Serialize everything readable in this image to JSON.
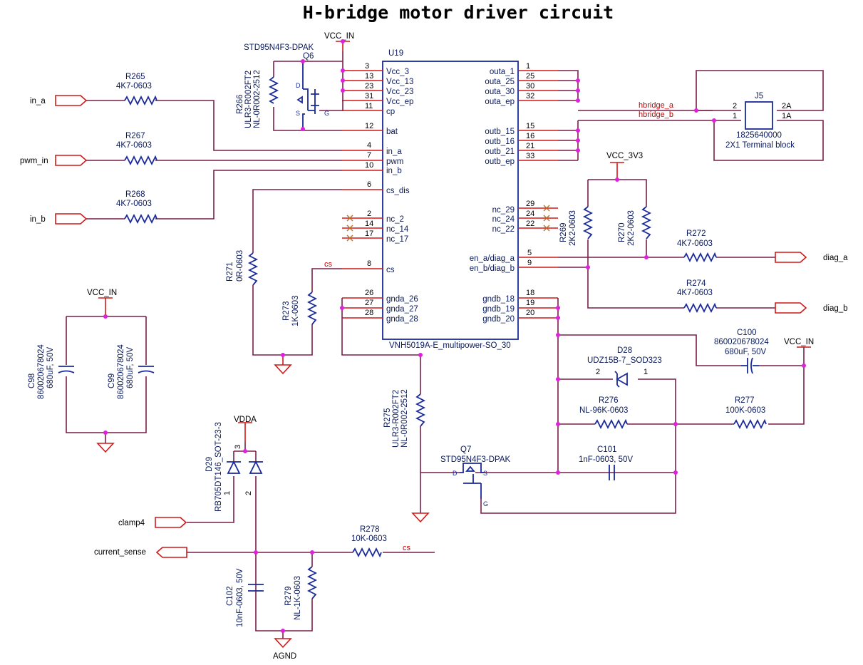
{
  "title": "H-bridge motor driver circuit",
  "ic": {
    "ref": "U19",
    "part": "VNH5019A-E_multipower-SO_30",
    "left_pins": [
      {
        "num": "3",
        "name": "Vcc_3"
      },
      {
        "num": "13",
        "name": "Vcc_13"
      },
      {
        "num": "23",
        "name": "Vcc_23"
      },
      {
        "num": "31",
        "name": "Vcc_ep"
      },
      {
        "num": "11",
        "name": "cp"
      },
      {
        "num": "12",
        "name": "bat"
      },
      {
        "num": "4",
        "name": "in_a"
      },
      {
        "num": "7",
        "name": "pwm"
      },
      {
        "num": "10",
        "name": "in_b"
      },
      {
        "num": "6",
        "name": "cs_dis"
      },
      {
        "num": "2",
        "name": "nc_2"
      },
      {
        "num": "14",
        "name": "nc_14"
      },
      {
        "num": "17",
        "name": "nc_17"
      },
      {
        "num": "8",
        "name": "cs"
      },
      {
        "num": "26",
        "name": "gnda_26"
      },
      {
        "num": "27",
        "name": "gnda_27"
      },
      {
        "num": "28",
        "name": "gnda_28"
      }
    ],
    "right_pins": [
      {
        "num": "1",
        "name": "outa_1"
      },
      {
        "num": "25",
        "name": "outa_25"
      },
      {
        "num": "30",
        "name": "outa_30"
      },
      {
        "num": "32",
        "name": "outa_ep"
      },
      {
        "num": "15",
        "name": "outb_15"
      },
      {
        "num": "16",
        "name": "outb_16"
      },
      {
        "num": "21",
        "name": "outb_21"
      },
      {
        "num": "33",
        "name": "outb_ep"
      },
      {
        "num": "29",
        "name": "nc_29"
      },
      {
        "num": "24",
        "name": "nc_24"
      },
      {
        "num": "22",
        "name": "nc_22"
      },
      {
        "num": "5",
        "name": "en_a/diag_a"
      },
      {
        "num": "9",
        "name": "en_b/diag_b"
      },
      {
        "num": "18",
        "name": "gndb_18"
      },
      {
        "num": "19",
        "name": "gndb_19"
      },
      {
        "num": "20",
        "name": "gndb_20"
      }
    ]
  },
  "power": {
    "vcc_in_top": "VCC_IN",
    "vcc_in_cap": "VCC_IN",
    "vcc_in_right": "VCC_IN",
    "vcc_3v3": "VCC_3V3",
    "vdda": "VDDA",
    "agnd": "AGND"
  },
  "ports": {
    "in_a": "in_a",
    "pwm_in": "pwm_in",
    "in_b": "in_b",
    "diag_a": "diag_a",
    "diag_b": "diag_b",
    "clamp4": "clamp4",
    "current_sense": "current_sense"
  },
  "nets": {
    "hbridge_a": "hbridge_a",
    "hbridge_b": "hbridge_b",
    "cs1": "cs",
    "cs2": "cs"
  },
  "components": {
    "q6": {
      "part": "STD95N4F3-DPAK",
      "ref": "Q6",
      "d": "D",
      "s": "S",
      "g": "G"
    },
    "q7": {
      "ref": "Q7",
      "part": "STD95N4F3-DPAK",
      "d": "D",
      "s": "S",
      "g": "G"
    },
    "r265": {
      "ref": "R265",
      "value": "4K7-0603"
    },
    "r267": {
      "ref": "R267",
      "value": "4K7-0603"
    },
    "r268": {
      "ref": "R268",
      "value": "4K7-0603"
    },
    "r266": {
      "ref": "R266",
      "value1": "ULR3-R002FT2",
      "value2": "NL-0R002-2512"
    },
    "r271": {
      "ref": "R271",
      "value": "0R-0603"
    },
    "r273": {
      "ref": "R273",
      "value": "1K-0603"
    },
    "r269": {
      "ref": "R269",
      "value": "2K2-0603"
    },
    "r270": {
      "ref": "R270",
      "value": "2K2-0603"
    },
    "r272": {
      "ref": "R272",
      "value": "4K7-0603"
    },
    "r274": {
      "ref": "R274",
      "value": "4K7-0603"
    },
    "r275": {
      "ref": "R275",
      "value1": "ULR3-R002FT2",
      "value2": "NL-0R002-2512"
    },
    "r276": {
      "ref": "R276",
      "value": "NL-96K-0603"
    },
    "r277": {
      "ref": "R277",
      "value": "100K-0603"
    },
    "r278": {
      "ref": "R278",
      "value": "10K-0603"
    },
    "r279": {
      "ref": "R279",
      "value": "NL-1K-0603"
    },
    "c98": {
      "ref": "C98",
      "part": "860020678024",
      "value": "680uF, 50V"
    },
    "c99": {
      "ref": "C99",
      "part": "860020678024",
      "value": "680uF, 50V"
    },
    "c100": {
      "ref": "C100",
      "part": "860020678024",
      "value": "680uF, 50V"
    },
    "c101": {
      "ref": "C101",
      "value": "1nF-0603, 50V"
    },
    "c102": {
      "ref": "C102",
      "value": "10nF-0603, 50V"
    },
    "d28": {
      "ref": "D28",
      "part": "UDZ15B-7_SOD323",
      "pin2": "2",
      "pin1": "1"
    },
    "d29": {
      "ref": "D29",
      "part": "RB705DT146_SOT-23-3",
      "pin3": "3",
      "pin1": "1",
      "pin2": "2"
    },
    "j5": {
      "ref": "J5",
      "part": "1825640000",
      "desc": "2X1 Terminal block",
      "p2": "2",
      "p1": "1",
      "p2a": "2A",
      "p1a": "1A"
    }
  }
}
